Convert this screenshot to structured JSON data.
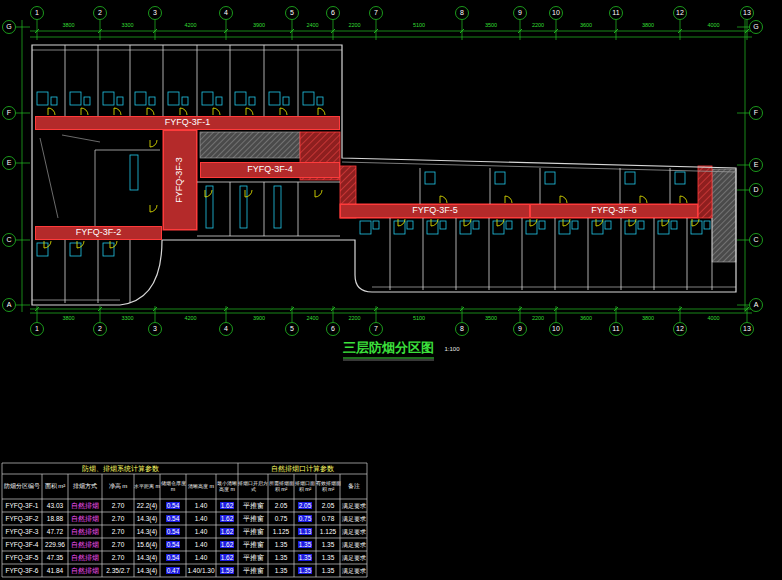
{
  "diagram": {
    "title": "三层防烟分区图",
    "nodes": [
      {
        "text": [
          "FYFQ-3F-1"
        ]
      },
      {
        "text": [
          "FYFQ-3F-2"
        ]
      },
      {
        "text": [
          "FYFQ-3F-3"
        ]
      },
      {
        "text": [
          "FYFQ-3F-4"
        ]
      },
      {
        "text": [
          "FYFQ-3F-5"
        ]
      },
      {
        "text": [
          "FYFQ-3F-6"
        ]
      }
    ],
    "labels": [
      "1:100",
      "1",
      "2",
      "3",
      "4",
      "5",
      "6",
      "7",
      "8",
      "9",
      "10",
      "11",
      "12",
      "13",
      "1",
      "2",
      "3",
      "4",
      "5",
      "6",
      "7",
      "8",
      "9",
      "10",
      "11",
      "12",
      "13",
      "G",
      "F",
      "E",
      "C",
      "A",
      "G",
      "F",
      "E",
      "D",
      "C",
      "A",
      "防烟、排烟系统计算参数",
      "自然排烟口计算参数",
      "防烟分区编号",
      "面积 m²",
      "排烟方式",
      "净高 m",
      "水平距离 m",
      "储烟仓厚度 m",
      "清晰高度 m",
      "最小清晰高度 m",
      "排烟口开启方式",
      "所需排烟面积 m²",
      "排烟口面积 m²",
      "有效排烟面积 m²",
      "备注",
      "FYFQ-3F-1",
      "43.03",
      "自然排烟",
      "2.70",
      "22.2(4)",
      "0.54",
      "1.40",
      "1.62",
      "平推窗",
      "2.05",
      "2.05",
      "2.05",
      "满足要求",
      "FYFQ-3F-2",
      "18.88",
      "自然排烟",
      "2.70",
      "14.3(4)",
      "0.54",
      "1.40",
      "1.62",
      "平推窗",
      "0.75",
      "0.75",
      "0.78",
      "满足要求",
      "FYFQ-3F-3",
      "47.72",
      "自然排烟",
      "2.70",
      "14.3(4)",
      "0.54",
      "1.40",
      "1.62",
      "平推窗",
      "1.125",
      "1.13",
      "1.125",
      "满足要求",
      "FYFQ-3F-4",
      "229.96",
      "自然排烟",
      "2.70",
      "15.6(4)",
      "0.54",
      "1.40",
      "1.62",
      "平推窗",
      "1.35",
      "1.35",
      "1.35",
      "满足要求",
      "FYFQ-3F-5",
      "47.35",
      "自然排烟",
      "2.70",
      "14.3(4)",
      "0.54",
      "1.40",
      "1.62",
      "平推窗",
      "1.35",
      "1.35",
      "1.35",
      "满足要求",
      "FYFQ-3F-6",
      "41.84",
      "自然排烟",
      "2.35/2.7",
      "14.3(4)",
      "0.47",
      "1.40/1.30",
      "1.59",
      "平推窗",
      "1.35",
      "1.35",
      "1.35",
      "满足要求",
      "3800",
      "3300",
      "4200",
      "3900",
      "2400",
      "2200",
      "5100",
      "3500",
      "2200",
      "3600",
      "3800",
      "4000",
      "3800",
      "3300",
      "4200",
      "3900",
      "2400",
      "2200",
      "5100",
      "3500",
      "2200",
      "3600",
      "3800",
      "4000"
    ]
  }
}
